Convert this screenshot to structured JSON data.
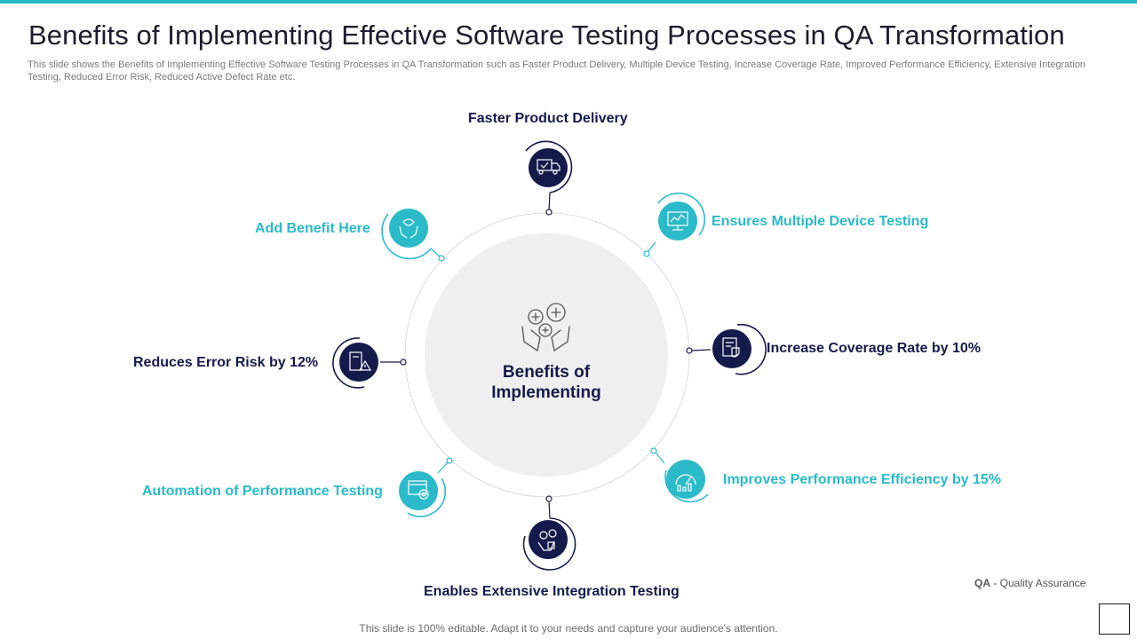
{
  "slide": {
    "title": "Benefits of Implementing Effective Software Testing Processes in QA Transformation",
    "subtitle": "This slide shows the Benefits of Implementing Effective Software Testing Processes in QA Transformation such as Faster Product Delivery, Multiple Device Testing, Increase Coverage Rate, Improved Performance Efficiency, Extensive Integration Testing, Reduced Error Risk, Reduced Active Defect Rate etc."
  },
  "center": {
    "label": "Benefits of Implementing",
    "icon": "hands-holding-coins-icon"
  },
  "benefits": [
    {
      "label": "Faster Product Delivery",
      "icon": "delivery-truck-icon",
      "style": "dark"
    },
    {
      "label": "Ensures Multiple  Device Testing",
      "icon": "monitor-testing-icon",
      "style": "teal"
    },
    {
      "label": "Increase Coverage Rate by 10%",
      "icon": "shield-document-icon",
      "style": "dark"
    },
    {
      "label": "Improves Performance Efficiency by 15%",
      "icon": "performance-gauge-icon",
      "style": "teal"
    },
    {
      "label": "Enables Extensive Integration Testing",
      "icon": "integration-puzzle-icon",
      "style": "dark"
    },
    {
      "label": "Automation of Performance Testing",
      "icon": "automation-gear-icon",
      "style": "teal"
    },
    {
      "label": "Reduces Error Risk by 12%",
      "icon": "error-warning-icon",
      "style": "dark"
    },
    {
      "label": "Add Benefit Here",
      "icon": "hands-care-icon",
      "style": "teal"
    }
  ],
  "legend": {
    "abbr": "QA",
    "text": " - Quality Assurance"
  },
  "footer": {
    "text": "This slide is 100% editable. Adapt it to your needs and capture your audience's attention."
  },
  "colors": {
    "dark": "#141a4a",
    "teal": "#2bbac9",
    "center_fill": "#efefef"
  }
}
